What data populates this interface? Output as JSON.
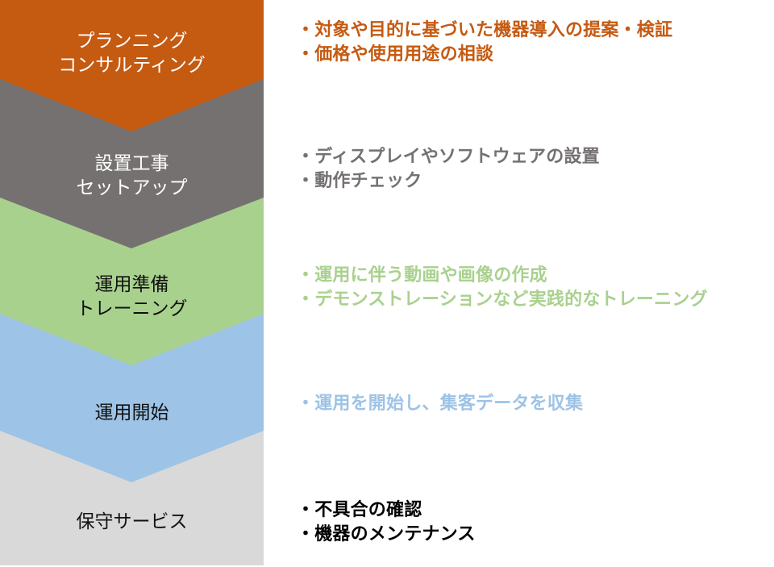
{
  "colors": {
    "planning": "#c55a11",
    "setup": "#767171",
    "prep": "#a9d18e",
    "start": "#9dc3e6",
    "maintenance": "#d9d9d9"
  },
  "stages": [
    {
      "id": "planning",
      "label_lines": [
        "プランニング",
        "コンサルティング"
      ],
      "label_color": "#ffffff",
      "details": [
        "・対象や目的に基づいた機器導入の提案・検証",
        "・価格や使用用途の相談"
      ],
      "detail_color": "#c55a11"
    },
    {
      "id": "setup",
      "label_lines": [
        "設置工事",
        "セットアップ"
      ],
      "label_color": "#ffffff",
      "details": [
        "・ディスプレイやソフトウェアの設置",
        "・動作チェック"
      ],
      "detail_color": "#767171"
    },
    {
      "id": "prep",
      "label_lines": [
        "運用準備",
        "トレーニング"
      ],
      "label_color": "#111111",
      "details": [
        "・運用に伴う動画や画像の作成",
        "・デモンストレーションなど実践的なトレーニング"
      ],
      "detail_color": "#a9d18e"
    },
    {
      "id": "start",
      "label_lines": [
        "運用開始"
      ],
      "label_color": "#111111",
      "details": [
        "・運用を開始し、集客データを収集"
      ],
      "detail_color": "#9dc3e6"
    },
    {
      "id": "maintenance",
      "label_lines": [
        "保守サービス"
      ],
      "label_color": "#111111",
      "details": [
        "・不具合の確認",
        "・機器のメンテナンス"
      ],
      "detail_color": "#000000"
    }
  ]
}
